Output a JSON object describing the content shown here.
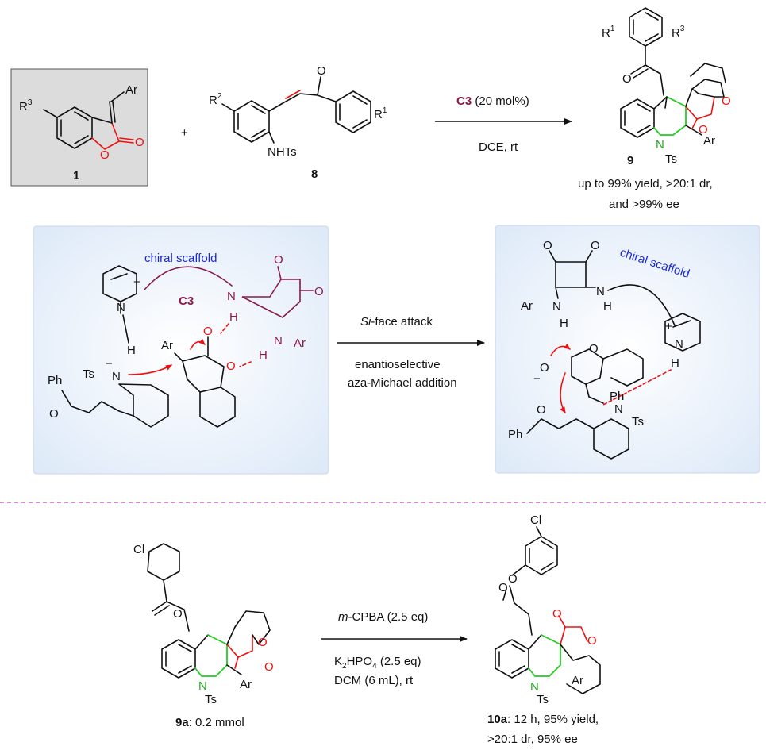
{
  "top": {
    "sm1": {
      "sub": "Ar",
      "r3": "R",
      "r3_sup": "3",
      "carbonyl_o": "O",
      "ring_o": "O",
      "label": "1"
    },
    "plus": "+",
    "sm8": {
      "r2": "R",
      "r2_sup": "2",
      "o": "O",
      "nhts": "NHTs",
      "r1": "R",
      "r1_sup": "1",
      "label": "8"
    },
    "arrow": {
      "cat": "C3",
      "cat_load": " (20 mol%)",
      "solvent": "DCE, rt"
    },
    "prod9": {
      "r1": "R",
      "r1_sup": "1",
      "r3": "R",
      "r3_sup": "3",
      "o_ketone": "O",
      "o_ring": "O",
      "o_lactone": "O",
      "n": "N",
      "ts": "Ts",
      "ar": "Ar",
      "label": "9"
    },
    "result_line1": "up to 99% yield, >20:1 dr,",
    "result_line2": "and >99% ee"
  },
  "mechanism": {
    "left": {
      "chiral_scaffold": "chiral scaffold",
      "cat_label": "C3",
      "plus": "+",
      "n_quin": "N",
      "h_quin": "H",
      "o1": "O",
      "o2": "O",
      "n1": "N",
      "h1": "H",
      "n2": "N",
      "h2": "H",
      "ar2": "Ar",
      "ph": "Ph",
      "ts": "Ts",
      "n_ts": "N",
      "minus": "−",
      "o_k": "O",
      "ar_sub": "Ar",
      "o_c": "O",
      "o_r": "O"
    },
    "arrow": {
      "face_italic": "Si",
      "face_rest": "-face attack",
      "line2": "enantioselective",
      "line3": "aza-Michael addition"
    },
    "right": {
      "chiral_scaffold": "chiral scaffold",
      "o1": "O",
      "o2": "O",
      "ar": "Ar",
      "n1": "N",
      "h1": "H",
      "n2": "N",
      "h2": "H",
      "plus": "+",
      "n_quin": "N",
      "h_quin": "H",
      "o_ring": "O",
      "o_enol": "O",
      "minus": "−",
      "ph": "Ph",
      "n_ts": "N",
      "ts": "Ts",
      "ph2": "Ph",
      "o_k": "O"
    }
  },
  "bottom": {
    "sm9a": {
      "cl": "Cl",
      "o_ketone": "O",
      "o_ring": "O",
      "o_lactone": "O",
      "n": "N",
      "ts": "Ts",
      "ar": "Ar",
      "label": "9a",
      "amount": ": 0.2 mmol"
    },
    "arrow": {
      "reagent_italic": "m",
      "reagent_rest": "-CPBA (2.5 eq)",
      "base": "K",
      "base_sub": "2",
      "base_mid": "HPO",
      "base_sub2": "4",
      "base_rest": " (2.5 eq)",
      "solvent": "DCM (6 mL), rt"
    },
    "prod10a": {
      "cl": "Cl",
      "o_ester": "O",
      "o_ester_link": "O",
      "o_lactone": "O",
      "o_ring": "O",
      "n": "N",
      "ts": "Ts",
      "ar": "Ar",
      "label": "10a",
      "result_line1": ": 12 h, 95% yield,",
      "result_line2": ">20:1 dr, 95% ee"
    }
  },
  "colors": {
    "red": "#ee1111",
    "green": "#22cc22",
    "purple": "#8a1a4a",
    "blue": "#1b2ad0",
    "panel": "#e9f1fb",
    "divider": "#c040c0"
  }
}
